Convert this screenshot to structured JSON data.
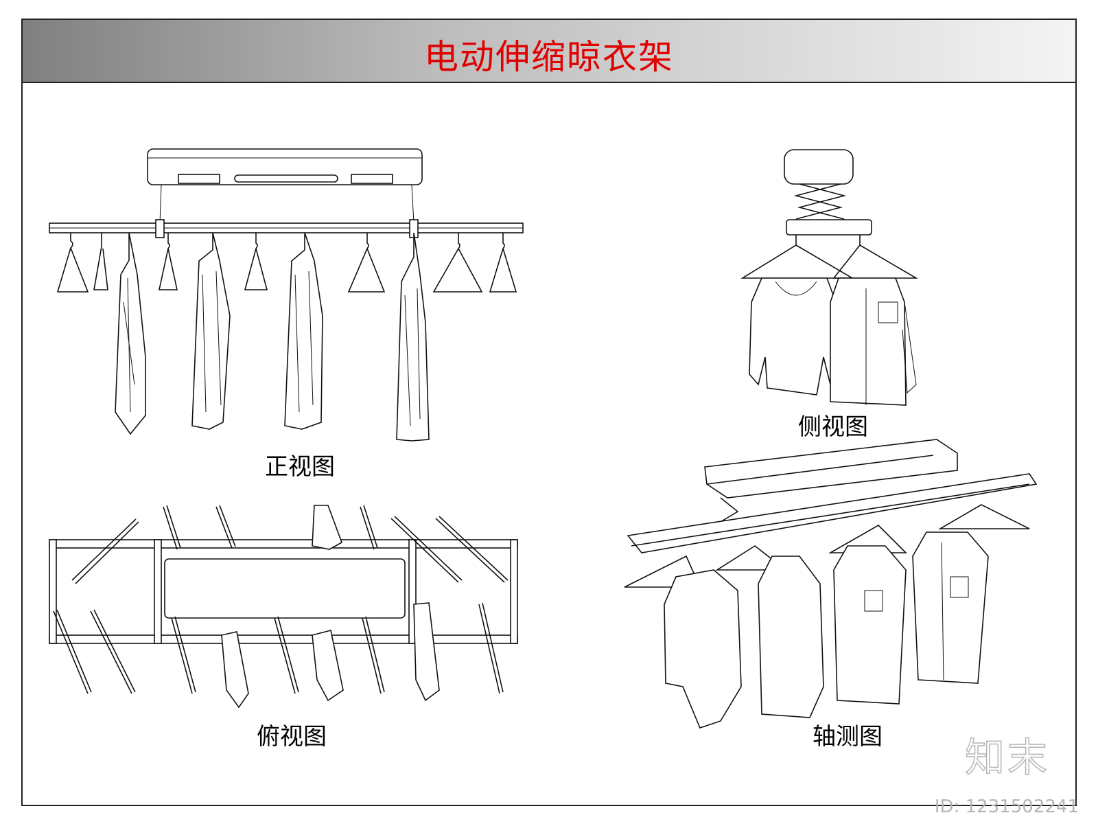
{
  "title": "电动伸缩晾衣架",
  "views": {
    "front": "正视图",
    "side": "侧视图",
    "top": "俯视图",
    "axonometric": "轴测图"
  },
  "logo": "知末",
  "id_label": "ID: 1231502241",
  "colors": {
    "title": "#e00000",
    "line": "#111111",
    "watermark": "#b5b5b5"
  }
}
